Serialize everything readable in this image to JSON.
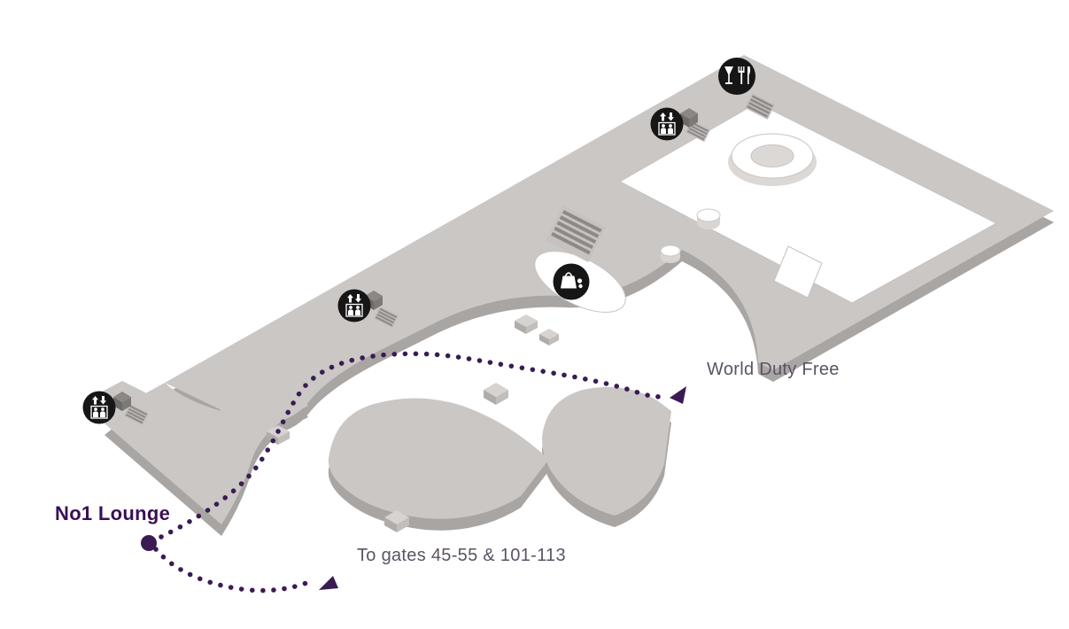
{
  "map": {
    "labels": {
      "lounge": "No1 Lounge",
      "duty_free": "World Duty Free",
      "gates": "To gates 45-55 & 101-113"
    },
    "icons": [
      {
        "name": "dining-icon",
        "meaning": "Restaurants & bars"
      },
      {
        "name": "lift-icon",
        "meaning": "Lifts",
        "count": 3
      },
      {
        "name": "duty-free-shopping-icon",
        "meaning": "Duty free shopping"
      }
    ],
    "colors": {
      "floor_top": "#cbc7c4",
      "floor_side": "#a9a5a3",
      "route": "#3a1b54",
      "lounge_text": "#3a1053",
      "label_text": "#5b5365",
      "icon_bg": "#161616"
    }
  }
}
